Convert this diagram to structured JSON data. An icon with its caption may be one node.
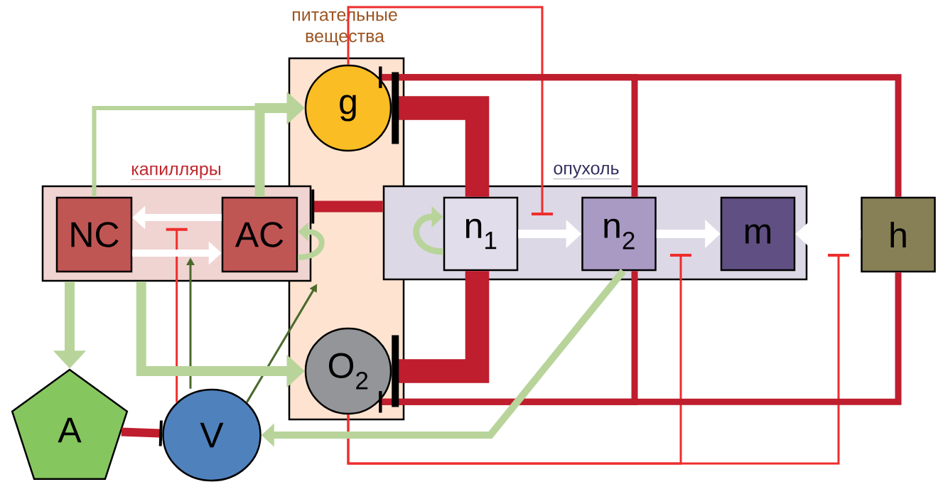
{
  "diagram": {
    "nodes": [
      {
        "text": [
          "капилляры"
        ]
      },
      {
        "text": [
          "NC"
        ],
        "in": 0
      },
      {
        "text": [
          "AC"
        ],
        "in": 0
      },
      {
        "text": [
          "питательные вещества"
        ]
      },
      {
        "text": [
          "g"
        ],
        "in": 3
      },
      {
        "text": [
          "O$_{2}$"
        ],
        "in": 3
      },
      {
        "text": [
          "опухоль"
        ]
      },
      {
        "text": [
          "n$_{1}$"
        ],
        "in": 6
      },
      {
        "text": [
          "n$_{2}$"
        ],
        "in": 6
      },
      {
        "text": [
          "m"
        ],
        "in": 6
      },
      {
        "text": [
          "h"
        ]
      },
      {
        "text": [
          "A"
        ]
      },
      {
        "text": [
          "V"
        ]
      }
    ],
    "edges": [
      {
        "from": 1,
        "to": 4,
        "arrow": "to",
        "color": "#b8d49a"
      },
      {
        "from": 2,
        "to": 4,
        "arrow": "to",
        "color": "#b8d49a"
      },
      {
        "from": 2,
        "to": 2,
        "arrow": "to",
        "color": "#b8d49a"
      },
      {
        "from": 0,
        "to": 11,
        "arrow": "to",
        "color": "#b8d49a"
      },
      {
        "from": 0,
        "to": 5,
        "arrow": "to",
        "color": "#b8d49a"
      },
      {
        "from": 8,
        "to": 12,
        "arrow": "to",
        "color": "#b8d49a"
      },
      {
        "from": 7,
        "to": 7,
        "arrow": "to",
        "color": "#b8d49a"
      },
      {
        "from": 2,
        "to": 1,
        "arrow": "to",
        "color": "#ffffff"
      },
      {
        "from": 1,
        "to": 2,
        "arrow": "to",
        "color": "#ffffff"
      },
      {
        "from": 7,
        "to": 8,
        "arrow": "to",
        "color": "#ffffff"
      },
      {
        "from": 8,
        "to": 9,
        "arrow": "to",
        "color": "#ffffff"
      },
      {
        "from": 10,
        "to": 9,
        "arrow": "to",
        "color": "#ffffff"
      },
      {
        "from": 7,
        "to": 4,
        "arrow": "other",
        "style": "thick"
      },
      {
        "from": 7,
        "to": 5,
        "arrow": "other",
        "style": "thick"
      },
      {
        "from": 8,
        "to": 4,
        "arrow": "other"
      },
      {
        "from": 8,
        "to": 5,
        "arrow": "other"
      },
      {
        "from": 10,
        "to": 4,
        "arrow": "other"
      },
      {
        "from": 10,
        "to": 5,
        "arrow": "other"
      },
      {
        "from": 11,
        "to": 12,
        "arrow": "other"
      },
      {
        "from": 6,
        "to": 0,
        "arrow": "other"
      },
      {
        "from": 4,
        "to": null,
        "arrow": "other",
        "color": "#ee2d2d"
      },
      {
        "from": 5,
        "to": null,
        "arrow": "other",
        "color": "#ee2d2d"
      },
      {
        "from": 5,
        "to": null,
        "arrow": "other",
        "color": "#ee2d2d"
      },
      {
        "from": 12,
        "to": null,
        "arrow": "other",
        "color": "#ee2d2d"
      },
      {
        "from": 12,
        "to": null,
        "arrow": "to",
        "color": "#4b6a2c"
      },
      {
        "from": 12,
        "to": 2,
        "arrow": "to",
        "color": "#4b6a2c"
      }
    ]
  }
}
